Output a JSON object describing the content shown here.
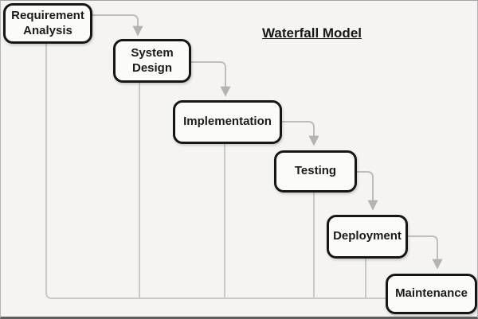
{
  "diagram": {
    "title": "Waterfall Model",
    "type": "flowchart",
    "stages": [
      {
        "label": "Requirement Analysis"
      },
      {
        "label": "System Design"
      },
      {
        "label": "Implementation"
      },
      {
        "label": "Testing"
      },
      {
        "label": "Deployment"
      },
      {
        "label": "Maintenance"
      }
    ],
    "flow": [
      "Requirement Analysis -> System Design",
      "System Design -> Implementation",
      "Implementation -> Testing",
      "Testing -> Deployment",
      "Deployment -> Maintenance"
    ],
    "colors": {
      "background": "#f5f4f2",
      "box_fill": "#fbfbfa",
      "box_border": "#161616",
      "text": "#1b1b1b",
      "connector": "#bdbdbd",
      "feedback_line": "#c9c9c9"
    }
  }
}
